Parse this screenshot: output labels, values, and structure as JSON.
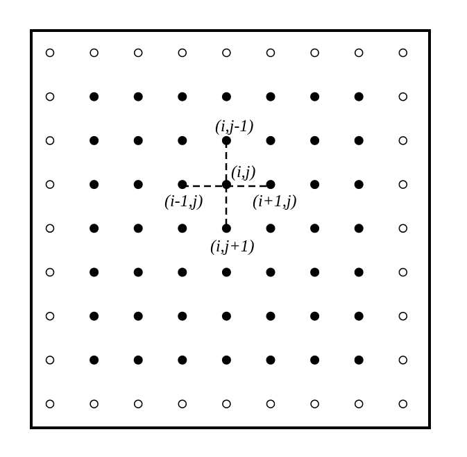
{
  "grid": {
    "columns": 9,
    "rows": 9,
    "boundary_node": "open circle",
    "interior_node": "filled dot",
    "colors": {
      "stroke": "#000000",
      "filled": "#000000",
      "open_fill": "#ffffff"
    }
  },
  "stencil": {
    "connector_style": "dashed",
    "labels": {
      "center": "(i,j)",
      "top": "(i,j-1)",
      "bottom": "(i,j+1)",
      "left": "(i-1,j)",
      "right": "(i+1,j)"
    }
  }
}
